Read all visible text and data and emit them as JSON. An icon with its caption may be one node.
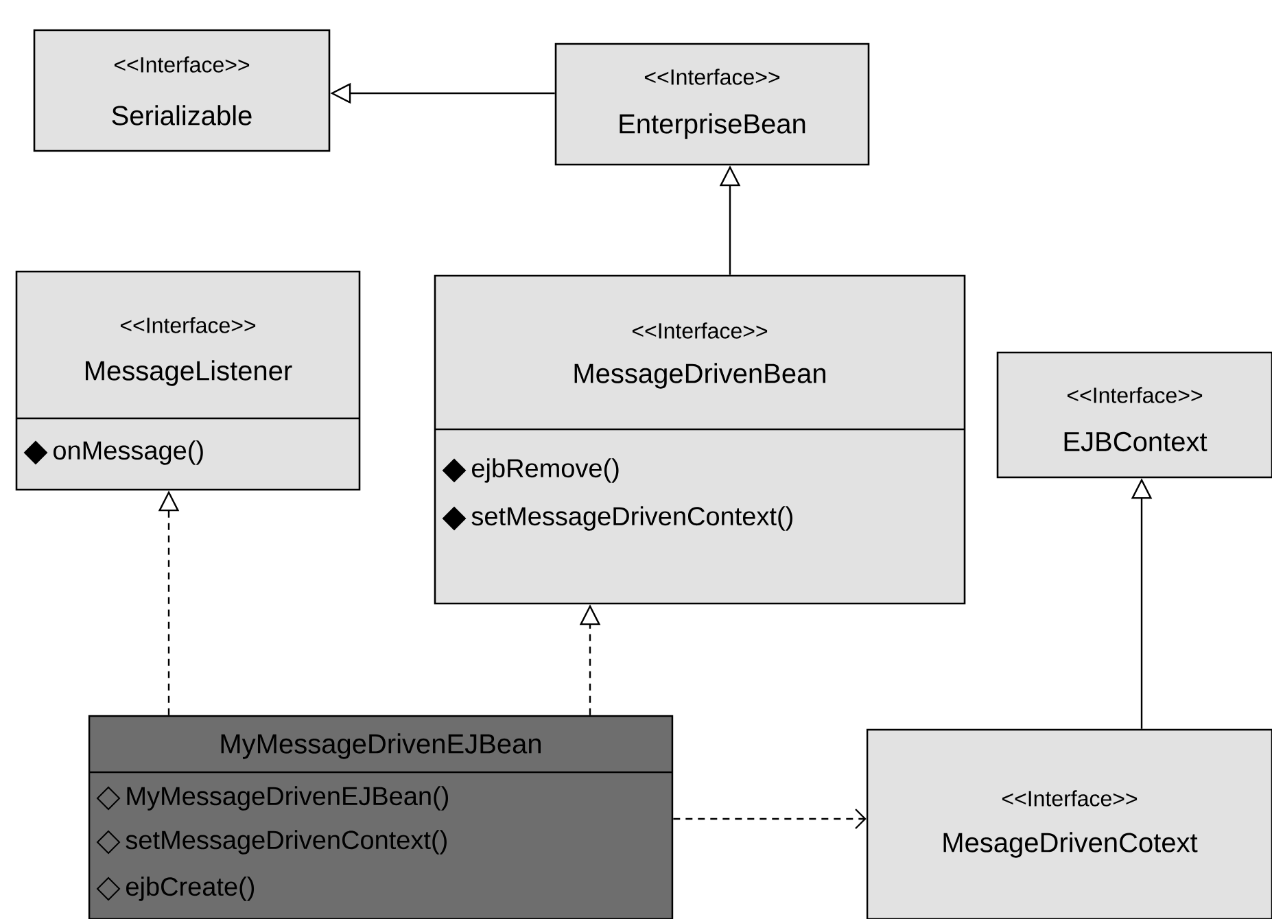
{
  "diagram": {
    "nodes": [
      {
        "text": [
          "<<Interface>>",
          "Serializable"
        ]
      },
      {
        "text": [
          "<<Interface>>",
          "EnterpriseBean"
        ]
      },
      {
        "text": [
          "<<Interface>>",
          "MessageListener",
          "onMessage()"
        ]
      },
      {
        "text": [
          "<<Interface>>",
          "MessageDrivenBean",
          "ejbRemove()",
          "setMessageDrivenContext()"
        ]
      },
      {
        "text": [
          "<<Interface>>",
          "EJBContext"
        ]
      },
      {
        "text": [
          "MyMessageDrivenEJBean",
          "MyMessageDrivenEJBean()",
          "setMessageDrivenContext()",
          "ejbCreate()"
        ]
      },
      {
        "text": [
          "<<Interface>>",
          "MesageDrivenCotext"
        ]
      }
    ],
    "edges": [
      {
        "from": 1,
        "to": 0,
        "arrow": "to"
      },
      {
        "from": 3,
        "to": 1,
        "arrow": "to"
      },
      {
        "from": 5,
        "to": 2,
        "arrow": "to",
        "style": "dashed"
      },
      {
        "from": 5,
        "to": 3,
        "arrow": "to",
        "style": "dashed"
      },
      {
        "from": 5,
        "to": 6,
        "arrow": "to",
        "style": "dashed"
      },
      {
        "from": 6,
        "to": 4,
        "arrow": "to"
      }
    ]
  }
}
